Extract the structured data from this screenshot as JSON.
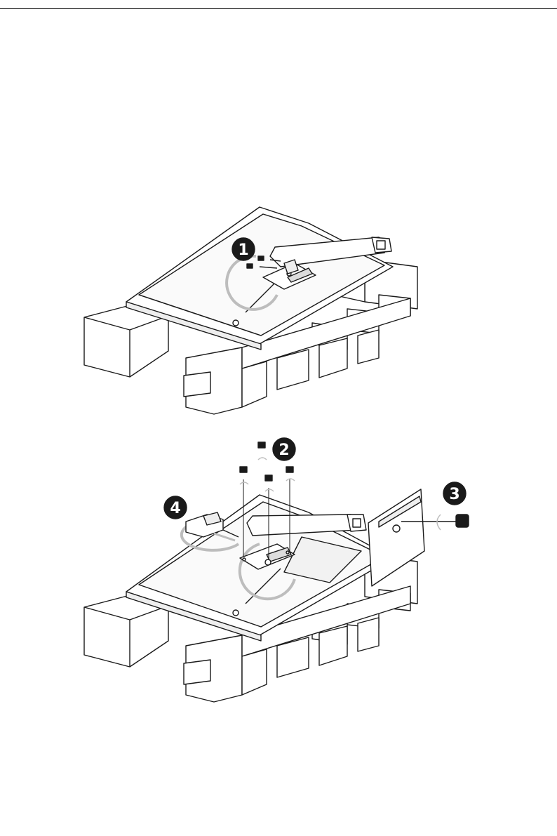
{
  "steps": [
    {
      "id": "step-1",
      "label": "1"
    },
    {
      "id": "step-2",
      "label": "2"
    },
    {
      "id": "step-3",
      "label": "3"
    },
    {
      "id": "step-4",
      "label": "4"
    }
  ],
  "colors": {
    "line": "#1a1a1a",
    "fill": "#ffffff",
    "panel": "#f2f2f2",
    "badge": "#1a1a1a",
    "rotation_arrow": "#bdbdbd"
  }
}
